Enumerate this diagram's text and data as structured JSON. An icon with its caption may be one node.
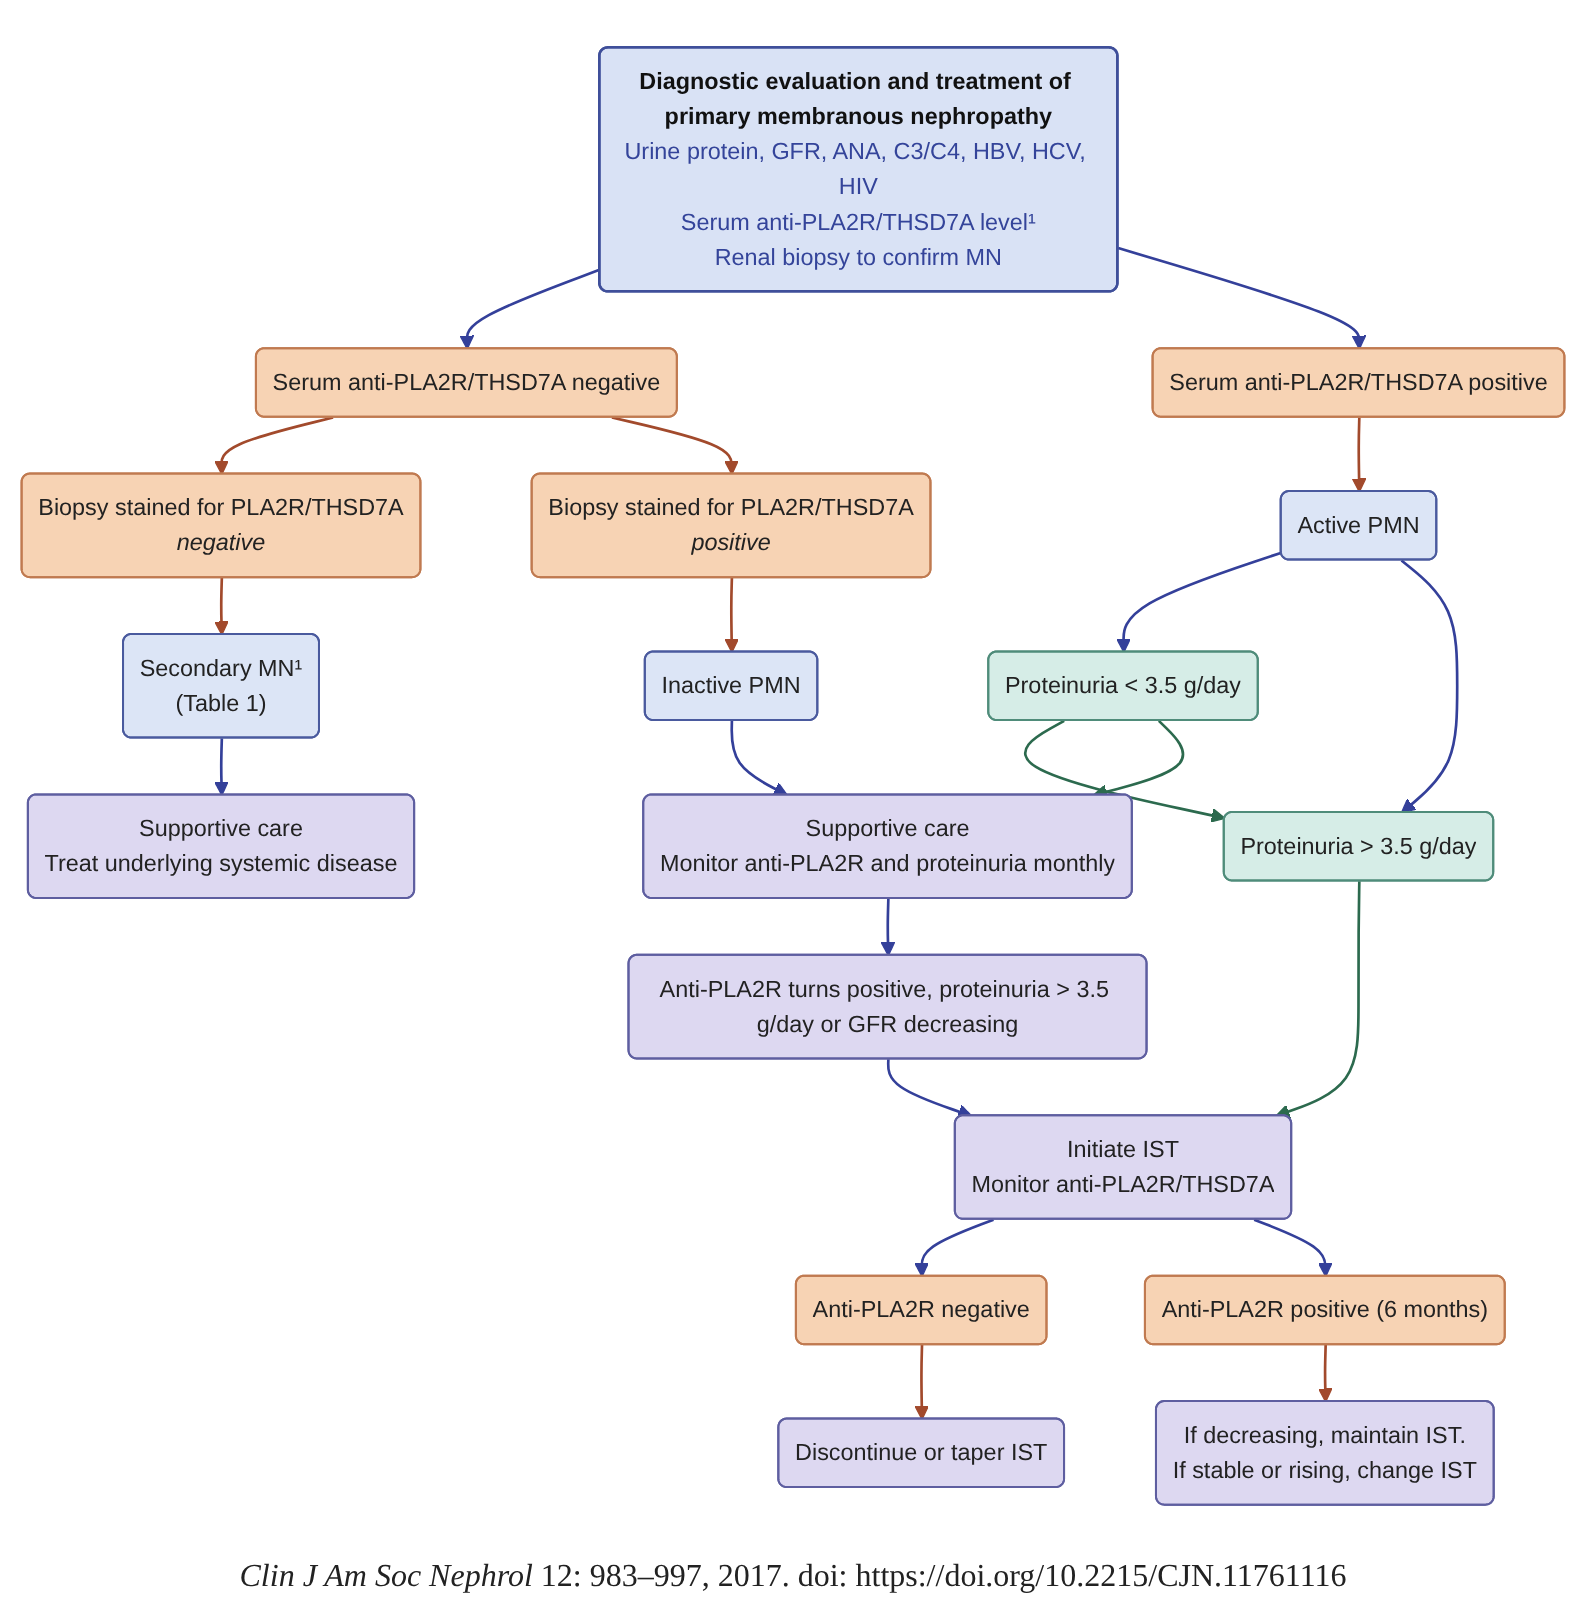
{
  "diagram": {
    "caption": "*Clin J Am Soc Nephrol* 12: 983–997, 2017. doi: https://doi.org/10.2215/CJN.11761116",
    "nodes": [
      {
        "text": [
          "Diagnostic evaluation and treatment of primary membranous nephropathy",
          "Urine protein, GFR, ANA, C3/C4, HBV, HCV, HIV",
          "Serum anti-PLA2R/THSD7A level¹",
          "Renal biopsy to confirm MN"
        ]
      },
      {
        "text": [
          "Serum anti-PLA2R/THSD7A negative"
        ]
      },
      {
        "text": [
          "Serum anti-PLA2R/THSD7A positive"
        ]
      },
      {
        "text": [
          "Biopsy stained for PLA2R/THSD7A",
          "negative"
        ]
      },
      {
        "text": [
          "Biopsy stained for PLA2R/THSD7A",
          "positive"
        ]
      },
      {
        "text": [
          "Secondary MN¹",
          "(Table 1)"
        ]
      },
      {
        "text": [
          "Inactive PMN"
        ]
      },
      {
        "text": [
          "Active PMN"
        ]
      },
      {
        "text": [
          "Proteinuria < 3.5 g/day"
        ]
      },
      {
        "text": [
          "Proteinuria > 3.5 g/day"
        ]
      },
      {
        "text": [
          "Supportive care",
          "Treat underlying systemic disease"
        ]
      },
      {
        "text": [
          "Supportive care",
          "Monitor anti-PLA2R and proteinuria monthly"
        ]
      },
      {
        "text": [
          "Initiate IST",
          "Monitor anti-PLA2R/THSD7A"
        ]
      },
      {
        "text": [
          "Anti-PLA2R negative"
        ]
      },
      {
        "text": [
          "Anti-PLA2R positive (6 months)"
        ]
      },
      {
        "text": [
          "Anti-PLA2R turns positive, proteinuria > 3.5 g/day or GFR decreasing"
        ]
      },
      {
        "text": [
          "Discontinue or taper IST"
        ]
      },
      {
        "text": [
          "If decreasing, maintain IST.",
          "If stable or rising, change IST"
        ]
      }
    ],
    "edges": [
      {
        "from": 0,
        "to": 1,
        "arrow": "to"
      },
      {
        "from": 0,
        "to": 2,
        "arrow": "to"
      },
      {
        "from": 1,
        "to": 3,
        "arrow": "to",
        "color": "#a24a2c"
      },
      {
        "from": 1,
        "to": 4,
        "arrow": "to",
        "color": "#a24a2c"
      },
      {
        "from": 2,
        "to": 7,
        "arrow": "to",
        "color": "#a24a2c"
      },
      {
        "from": 3,
        "to": 5,
        "arrow": "to",
        "color": "#a24a2c"
      },
      {
        "from": 4,
        "to": 6,
        "arrow": "to",
        "color": "#a24a2c"
      },
      {
        "from": 5,
        "to": 10,
        "arrow": "to"
      },
      {
        "from": 6,
        "to": 11,
        "arrow": "to"
      },
      {
        "from": 7,
        "to": 8,
        "arrow": "to"
      },
      {
        "from": 7,
        "to": 9,
        "arrow": "to"
      },
      {
        "from": 8,
        "to": 9,
        "arrow": "to",
        "color": "#2c6a4e"
      },
      {
        "from": 8,
        "to": 11,
        "arrow": "to",
        "color": "#2c6a4e"
      },
      {
        "from": 9,
        "to": 12,
        "arrow": "to",
        "color": "#2c6a4e"
      },
      {
        "from": 11,
        "to": 15,
        "arrow": "to"
      },
      {
        "from": 15,
        "to": 12,
        "arrow": "to"
      },
      {
        "from": 12,
        "to": 13,
        "arrow": "to"
      },
      {
        "from": 12,
        "to": 14,
        "arrow": "to"
      },
      {
        "from": 13,
        "to": 16,
        "arrow": "to",
        "color": "#a24a2c"
      },
      {
        "from": 14,
        "to": 17,
        "arrow": "to",
        "color": "#a24a2c"
      }
    ]
  }
}
